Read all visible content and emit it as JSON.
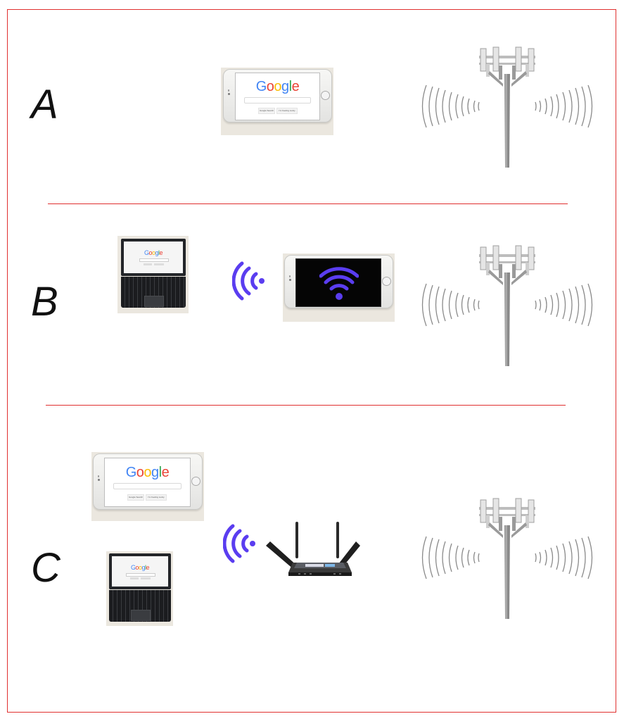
{
  "scenarios": [
    {
      "label": "A"
    },
    {
      "label": "B"
    },
    {
      "label": "C"
    }
  ],
  "google": {
    "logo": "Google",
    "search_button": "Google Search",
    "lucky_button": "I'm Feeling Lucky"
  },
  "colors": {
    "frame": "#e0302f",
    "wifi": "#5a3df0",
    "tower": "#8a8a8a",
    "google_blue": "#4285F4",
    "google_red": "#EA4335",
    "google_yellow": "#FBBC05",
    "google_green": "#34A853"
  },
  "icons": [
    "cell-tower-icon",
    "radio-waves-icon",
    "wifi-icon",
    "smartphone",
    "laptop",
    "router"
  ]
}
